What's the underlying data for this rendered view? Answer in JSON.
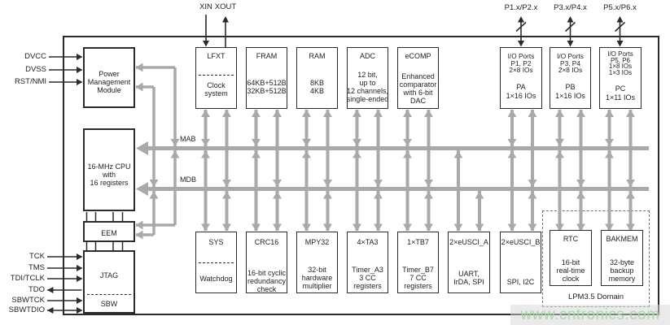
{
  "pins": {
    "left_top": [
      "DVCC",
      "DVSS",
      "RST/NMI"
    ],
    "left_bottom": [
      "TCK",
      "TMS",
      "TDI/TCLK",
      "TDO",
      "SBWTCK",
      "SBWTDIO"
    ],
    "xin": "XIN",
    "xout": "XOUT",
    "ports": [
      "P1.x/P2.x",
      "P3.x/P4.x",
      "P5.x/P6.x"
    ]
  },
  "bus": {
    "mab": "MAB",
    "mdb": "MDB"
  },
  "blocks": {
    "pmm": {
      "lines": [
        "Power",
        "Management",
        "Module"
      ]
    },
    "cpu": {
      "lines": [
        "16-MHz CPU",
        "with",
        "16 registers"
      ]
    },
    "eem": {
      "title": "EEM"
    },
    "jtag": {
      "upper": "JTAG",
      "lower": "SBW"
    },
    "lfxt": {
      "title": "LFXT",
      "body": [
        "Clock",
        "system"
      ]
    },
    "fram": {
      "title": "FRAM",
      "body": [
        "64KB+512B",
        "32KB+512B"
      ]
    },
    "ram": {
      "title": "RAM",
      "body": [
        "8KB",
        "4KB"
      ]
    },
    "adc": {
      "title": "ADC",
      "body": [
        "12 bit,",
        "up to",
        "12 channels,",
        "single-ended"
      ]
    },
    "ecomp": {
      "title": "eCOMP",
      "body": [
        "Enhanced",
        "comparator",
        "with 6-bit",
        "DAC"
      ]
    },
    "io1": {
      "top": [
        "I/O Ports",
        "P1, P2",
        "2×8 IOs"
      ],
      "bottom": [
        "PA",
        "1×16 IOs"
      ]
    },
    "io2": {
      "top": [
        "I/O Ports",
        "P3, P4",
        "2×8 IOs"
      ],
      "bottom": [
        "PB",
        "1×16 IOs"
      ]
    },
    "io3": {
      "top": [
        "I/O Ports",
        "P5, P6",
        "1×8 IOs",
        "1×3 IOs"
      ],
      "bottom": [
        "PC",
        "1×11 IOs"
      ]
    },
    "sys": {
      "title": "SYS",
      "body": [
        "Watchdog"
      ]
    },
    "crc16": {
      "title": "CRC16",
      "body": [
        "16-bit cyclic",
        "redundancy",
        "check"
      ]
    },
    "mpy32": {
      "title": "MPY32",
      "body": [
        "32-bit",
        "hardware",
        "multiplier"
      ]
    },
    "ta3": {
      "title": "4×TA3",
      "body": [
        "Timer_A3",
        "3 CC",
        "registers"
      ]
    },
    "tb7": {
      "title": "1×TB7",
      "body": [
        "Timer_B7",
        "7 CC",
        "registers"
      ]
    },
    "usci_a": {
      "title": "2×eUSCI_A",
      "body": [
        "UART,",
        "IrDA, SPI"
      ]
    },
    "usci_b": {
      "title": "2×eUSCI_B",
      "body": [
        "SPI, I2C"
      ]
    },
    "rtc": {
      "title": "RTC",
      "body": [
        "16-bit",
        "real-time",
        "clock"
      ]
    },
    "bakmem": {
      "title": "BAKMEM",
      "body": [
        "32-byte",
        "backup",
        "memory"
      ]
    }
  },
  "lpm": {
    "label": "LPM3.5 Domain"
  },
  "watermark": {
    "text": "www.cntronics.com",
    "color": "#a6dba6"
  },
  "colors": {
    "connector_gray": "#a7a9ab",
    "line_black": "#2b2b2b"
  }
}
